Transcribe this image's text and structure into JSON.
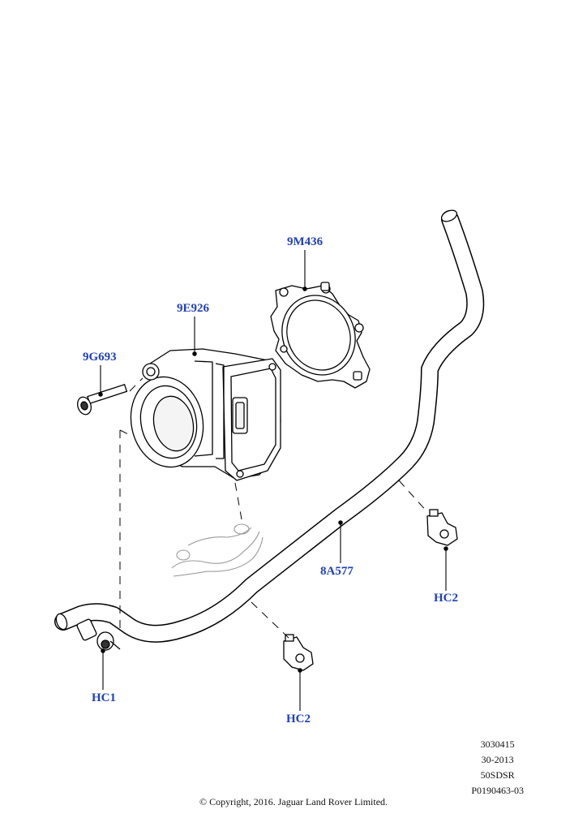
{
  "callouts": {
    "gasket": "9M436",
    "throttle_body": "9E926",
    "bolt": "9G693",
    "hose": "8A577",
    "clip_hc2_right": "HC2",
    "clip_hc1": "HC1",
    "clip_hc2_center": "HC2"
  },
  "reference": {
    "line1": "3030415",
    "line2": "30-2013",
    "line3": "50SDSR",
    "line4": "P0190463-03"
  },
  "copyright": "© Copyright, 2016. Jaguar Land Rover Limited.",
  "colors": {
    "callout_text": "#1f3fbf",
    "line_art": "#000000",
    "ghost_part": "#9a9a9a"
  }
}
